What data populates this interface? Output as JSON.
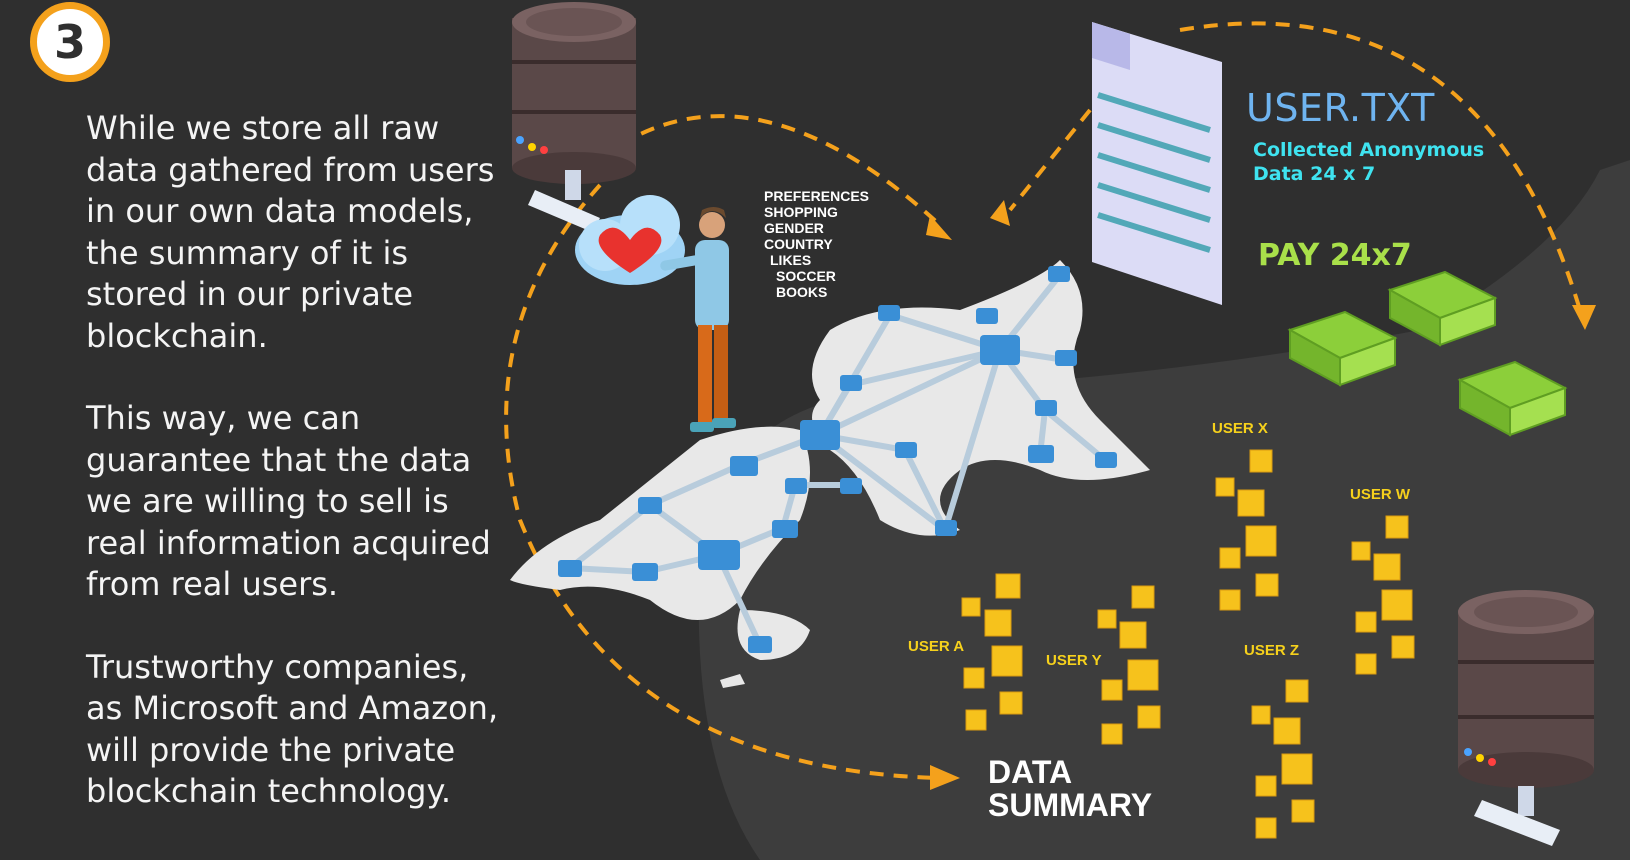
{
  "step": "3",
  "paragraphs": [
    "While we store all raw data gathered from users in our own data models, the summary of it is stored in our private blockchain.",
    "This way, we can guarantee that the data we are willing to sell is real information acquired from real users.",
    "Trustworthy companies, as Microsoft and Amazon, will provide the private blockchain technology."
  ],
  "preferences": [
    "PREFERENCES",
    "SHOPPING",
    "GENDER",
    "COUNTRY",
    "LIKES",
    "SOCCER",
    "BOOKS"
  ],
  "file": {
    "title": "USER.TXT",
    "subtitle_line1": "Collected Anonymous",
    "subtitle_line2": "Data  24 x 7"
  },
  "pay_label": "PAY 24x7",
  "users": [
    "USER X",
    "USER W",
    "USER A",
    "USER Y",
    "USER Z"
  ],
  "summary": {
    "line1": "DATA",
    "line2": "SUMMARY"
  },
  "colors": {
    "accent_orange": "#f4a11c",
    "cube_yellow": "#f6c21c",
    "node_blue": "#3a8fd6",
    "money_green": "#8ccf3a",
    "file_title": "#6fb4f0",
    "file_subtitle": "#3fe3f0"
  },
  "icons": [
    "database-icon",
    "cloud-heart-icon",
    "person-icon",
    "world-map-network",
    "document-icon",
    "money-stack-icon",
    "data-cube-icon"
  ]
}
